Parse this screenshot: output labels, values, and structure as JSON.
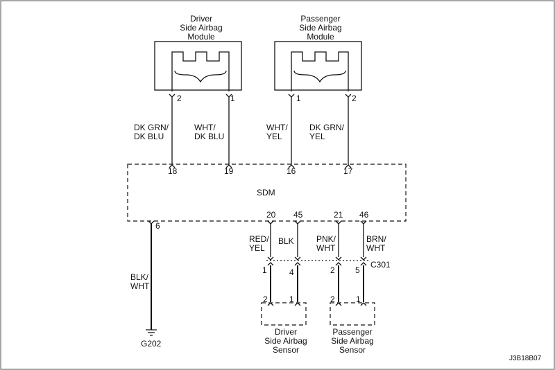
{
  "modules": {
    "driver": {
      "line1": "Driver",
      "line2": "Side Airbag",
      "line3": "Module"
    },
    "passenger": {
      "line1": "Passenger",
      "line2": "Side Airbag",
      "line3": "Module"
    }
  },
  "module_pins": {
    "drv_left": "2",
    "drv_right": "1",
    "pass_left": "1",
    "pass_right": "2"
  },
  "wire_colors": {
    "w18": [
      "DK GRN/",
      "DK BLU"
    ],
    "w19": [
      "WHT/",
      "DK BLU"
    ],
    "w16": [
      "WHT/",
      "YEL"
    ],
    "w17": [
      "DK GRN/",
      "YEL"
    ],
    "w6": [
      "BLK/",
      "WHT"
    ],
    "w20": [
      "RED/",
      "YEL"
    ],
    "w45": [
      "BLK"
    ],
    "w21": [
      "PNK/",
      "WHT"
    ],
    "w46": [
      "BRN/",
      "WHT"
    ]
  },
  "sdm": {
    "label": "SDM",
    "pins_top": [
      "18",
      "19",
      "16",
      "17"
    ],
    "pins_bottom": [
      "6",
      "20",
      "45",
      "21",
      "46"
    ]
  },
  "connector": {
    "label": "C301",
    "pins": [
      "1",
      "4",
      "2",
      "5"
    ]
  },
  "sensors": {
    "driver": {
      "line1": "Driver",
      "line2": "Side Airbag",
      "line3": "Sensor",
      "pin_left": "2",
      "pin_right": "1"
    },
    "passenger": {
      "line1": "Passenger",
      "line2": "Side Airbag",
      "line3": "Sensor",
      "pin_left": "2",
      "pin_right": "1"
    }
  },
  "ground": {
    "label": "G202"
  },
  "figure_code": "J3B18B07"
}
